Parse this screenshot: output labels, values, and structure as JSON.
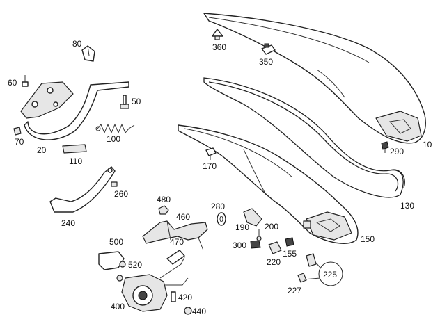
{
  "diagram": {
    "callouts": [
      "10",
      "20",
      "50",
      "60",
      "70",
      "80",
      "100",
      "110",
      "130",
      "150",
      "155",
      "170",
      "190",
      "200",
      "220",
      "225",
      "227",
      "240",
      "260",
      "280",
      "290",
      "300",
      "350",
      "360",
      "400",
      "420",
      "440",
      "460",
      "470",
      "480",
      "500",
      "520"
    ]
  }
}
